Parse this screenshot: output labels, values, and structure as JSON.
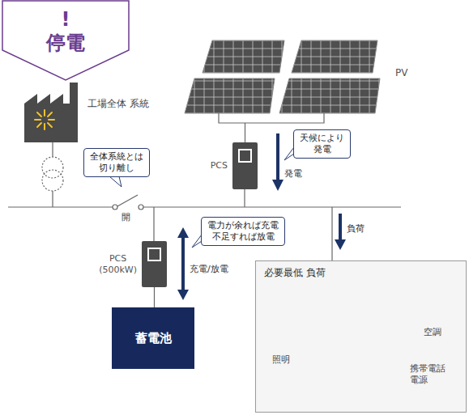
{
  "diagram": {
    "nodes": [
      {
        "text": [
          "!",
          "停電"
        ]
      },
      {
        "text": [
          "工場全体 系統"
        ]
      },
      {
        "text": [
          "全体系統とは 切り離し"
        ]
      },
      {
        "text": [
          "PV"
        ]
      },
      {
        "text": [
          "PCS"
        ]
      },
      {
        "text": [
          "天候により 発電"
        ]
      },
      {
        "text": [
          "PCS (500kW)"
        ]
      },
      {
        "text": [
          "電力が余れば充電 不足すれば放電"
        ]
      },
      {
        "text": [
          "蓄電池"
        ]
      },
      {
        "text": [
          "必要最低 負荷"
        ]
      },
      {
        "text": [
          "空調"
        ],
        "in": 9
      },
      {
        "text": [
          "照明"
        ],
        "in": 9
      },
      {
        "text": [
          "携帯電話 電源"
        ],
        "in": 9
      }
    ],
    "edges": [
      {
        "from": 3,
        "to": 4,
        "arrow": "none"
      },
      {
        "from": 6,
        "to": 8,
        "arrow": "none"
      }
    ],
    "labels": [
      "開",
      "発電",
      "充電/放電",
      "負荷"
    ]
  }
}
